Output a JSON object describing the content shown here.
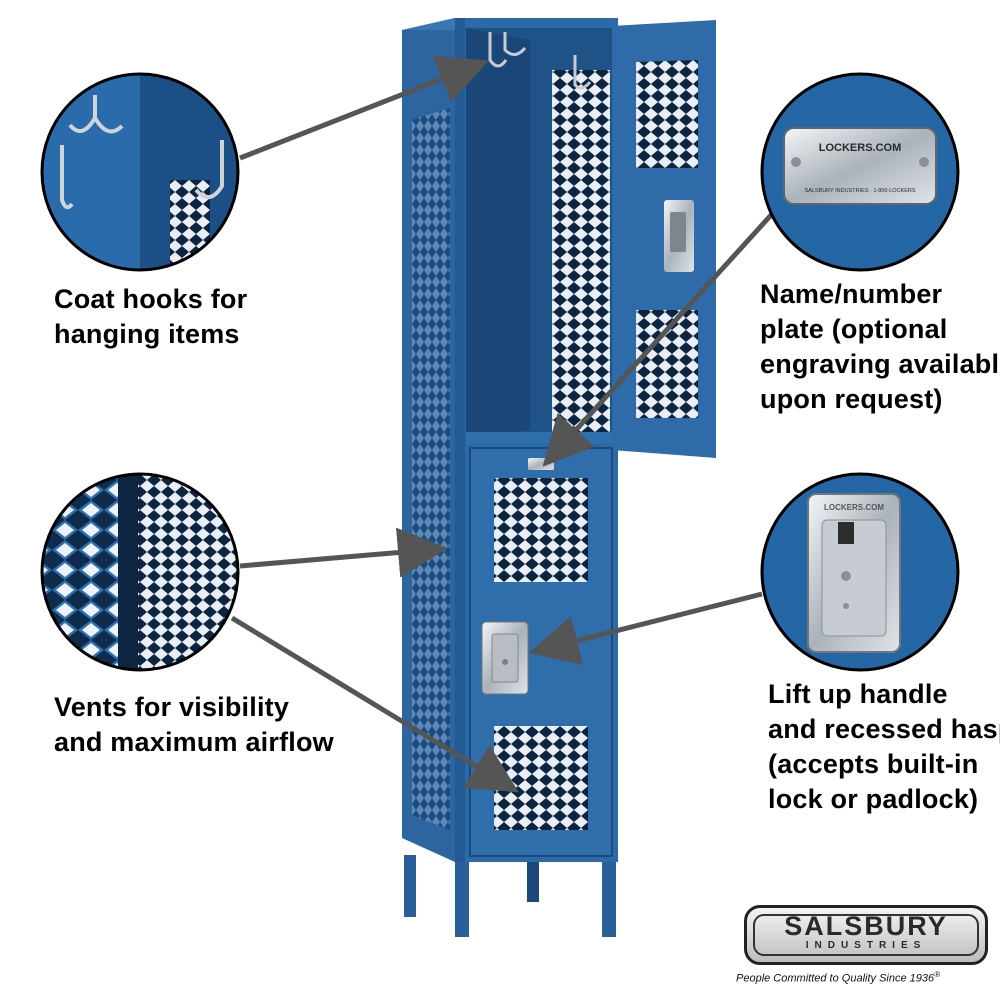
{
  "callouts": {
    "hooks": {
      "line1": "Coat hooks for",
      "line2": "hanging items"
    },
    "vents": {
      "line1": "Vents for visibility",
      "line2": "and maximum airflow"
    },
    "plate": {
      "line1": "Name/number",
      "line2": "plate (optional",
      "line3": "engraving available",
      "line4": "upon request)"
    },
    "handle": {
      "line1": "Lift up handle",
      "line2": "and recessed hasp",
      "line3": "(accepts built-in",
      "line4": "lock or padlock)"
    }
  },
  "plate_text": {
    "top": "LOCKERS.COM",
    "bottom": "SALSBURY INDUSTRIES · 1-800-LOCKERS"
  },
  "hasp_text": "LOCKERS.COM",
  "brand": {
    "name": "SALSBURY",
    "sub": "INDUSTRIES",
    "tagline": "People Committed to Quality Since 1936",
    "mark": "®"
  },
  "colors": {
    "locker_blue": "#2b6aa6",
    "locker_dark": "#1a4a7c",
    "interior": "#1f5387",
    "caption_text": "#000000",
    "arrow_gray": "#555555"
  }
}
